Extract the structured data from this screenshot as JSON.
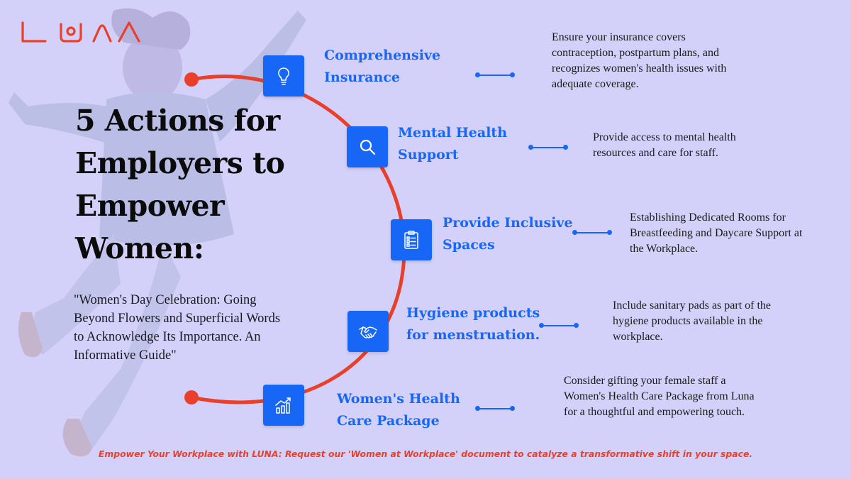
{
  "brand": {
    "logo_text": "LUNA",
    "accent_color": "#e8402a",
    "primary_color": "#1766f5",
    "background_color": "#d3d1fa"
  },
  "headline": "5 Actions for Employers to Empower Women:",
  "subtitle": "\"Women's Day Celebration: Going Beyond Flowers and Superficial Words to Acknowledge Its Importance. An Informative Guide\"",
  "steps": [
    {
      "icon": "lightbulb-icon",
      "title": "Comprehensive Insurance",
      "description": "Ensure your insurance covers contraception, postpartum plans, and recognizes women's health issues with adequate coverage."
    },
    {
      "icon": "magnifier-icon",
      "title": "Mental Health Support",
      "description": "Provide access to mental health resources and care for staff."
    },
    {
      "icon": "clipboard-checklist-icon",
      "title": "Provide Inclusive Spaces",
      "description": "Establishing Dedicated Rooms for Breastfeeding and Daycare Support at the Workplace."
    },
    {
      "icon": "handshake-icon",
      "title": "Hygiene products for menstruation.",
      "description": "Include sanitary pads as part of the hygiene products available in the workplace."
    },
    {
      "icon": "growth-chart-icon",
      "title": "Women's Health Care Package",
      "description": "Consider gifting your female staff a Women's Health Care Package from Luna for a thoughtful and empowering touch."
    }
  ],
  "footer": "Empower Your Workplace with LUNA: Request our 'Women at Workplace' document to catalyze a transformative shift in your space."
}
